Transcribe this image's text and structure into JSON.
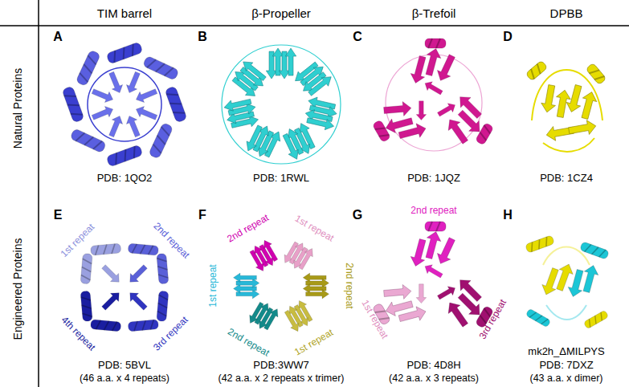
{
  "diagram": {
    "labels": [
      "TIM barrel",
      "β-Propeller",
      "β-Trefoil",
      "DPBB",
      "Natural Proteins",
      "A",
      "B",
      "C",
      "D",
      "PDB: 1QO2",
      "PDB: 1RWL",
      "PDB: 1JQZ",
      "PDB: 1CZ4",
      "Engineered Proteins",
      "E",
      "F",
      "G",
      "H",
      "1st repeat",
      "2nd repeat",
      "3rd repeat",
      "4th repeat",
      "2nd repeat",
      "1st repeat",
      "2nd repeat",
      "1st repeat",
      "2nd repeat",
      "1st repeat",
      "2nd repeat",
      "1st repeat",
      "3rd repeat",
      "mk2h_ΔMILPYS",
      "PDB: 5BVL",
      "(46 a.a. x 4 repeats)",
      "PDB:3WW7",
      "(42 a.a. x 2 repeats x trimer)",
      "PDB: 4D8H",
      "(42 a.a. x 3 repeats)",
      "PDB: 7DXZ",
      "(43 a.a. x dimer)"
    ]
  }
}
